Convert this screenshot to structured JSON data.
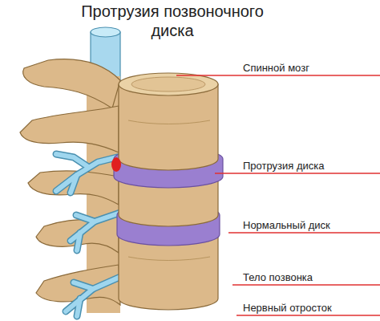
{
  "diagram": {
    "title": "Протрузия позвоночного диска",
    "labels": [
      "Спинной мозг",
      "Протрузия диска",
      "Нормальный диск",
      "Тело позвонка",
      "Нервный отросток"
    ]
  }
}
